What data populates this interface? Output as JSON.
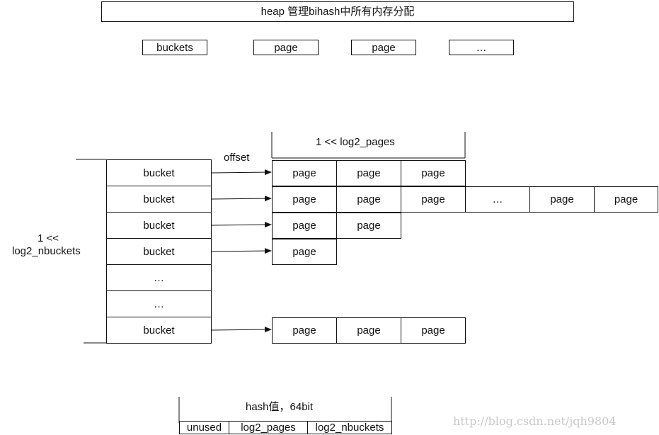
{
  "heap": {
    "title": "heap 管理bihash中所有内存分配",
    "blocks": [
      "buckets",
      "page",
      "page",
      "…"
    ]
  },
  "pages_header": "1 << log2_pages",
  "offset_label": "offset",
  "nbuckets_label": {
    "line1": "1 <<",
    "line2": "log2_nbuckets"
  },
  "bucket_rows": [
    {
      "bucket": "bucket",
      "pages": [
        "page",
        "page",
        "page"
      ]
    },
    {
      "bucket": "bucket",
      "pages": [
        "page",
        "page",
        "page",
        "…",
        "page",
        "page"
      ]
    },
    {
      "bucket": "bucket",
      "pages": [
        "page",
        "page"
      ]
    },
    {
      "bucket": "bucket",
      "pages": [
        "page"
      ]
    },
    {
      "bucket": "…",
      "pages": []
    },
    {
      "bucket": "…",
      "pages": []
    },
    {
      "bucket": "bucket",
      "pages": [
        "page",
        "page",
        "page"
      ]
    }
  ],
  "hash": {
    "title": "hash值，64bit",
    "fields": [
      "unused",
      "log2_pages",
      "log2_nbuckets"
    ]
  },
  "watermark": "http://blog.csdn.net/jqh9804"
}
